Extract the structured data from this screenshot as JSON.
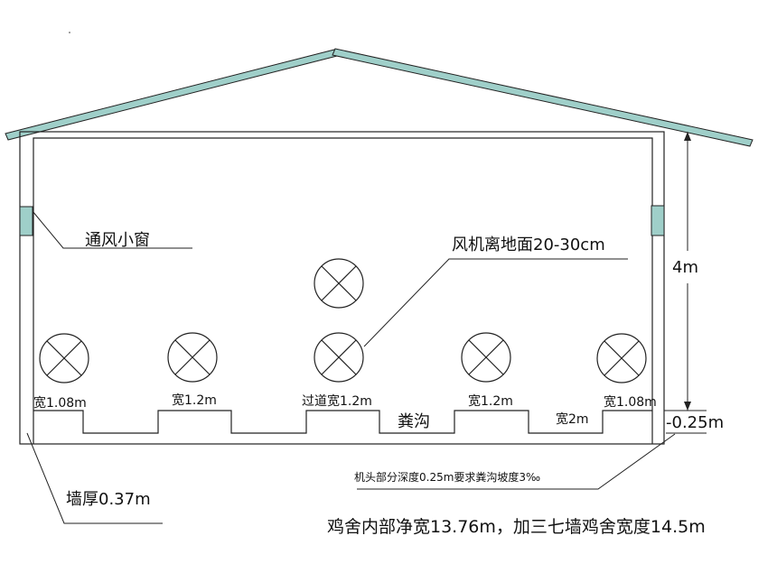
{
  "labels": {
    "vent_window": "通风小窗",
    "fan_height": "风机离地面20-30cm",
    "height_4m": "4m",
    "depth_025": "-0.25m",
    "wall_thickness": "墙厚0.37m",
    "trench_note": "机头部分深度0.25m要求粪沟坡度3‰",
    "summary": "鸡舍内部净宽13.76m，加三七墙鸡舍宽度14.5m",
    "manure_ditch": "粪沟"
  },
  "widths": {
    "w1": "宽1.08m",
    "w2": "宽1.2m",
    "w3": "过道宽1.2m",
    "w4": "宽1.2m",
    "w5": "宽2m",
    "w6": "宽1.08m"
  },
  "colors": {
    "roof_fill": "#9fcfc9",
    "window_fill": "#9fcfc9",
    "line": "#222222"
  },
  "icons": {
    "fan": "fan-icon",
    "vent": "vent-window-icon"
  }
}
